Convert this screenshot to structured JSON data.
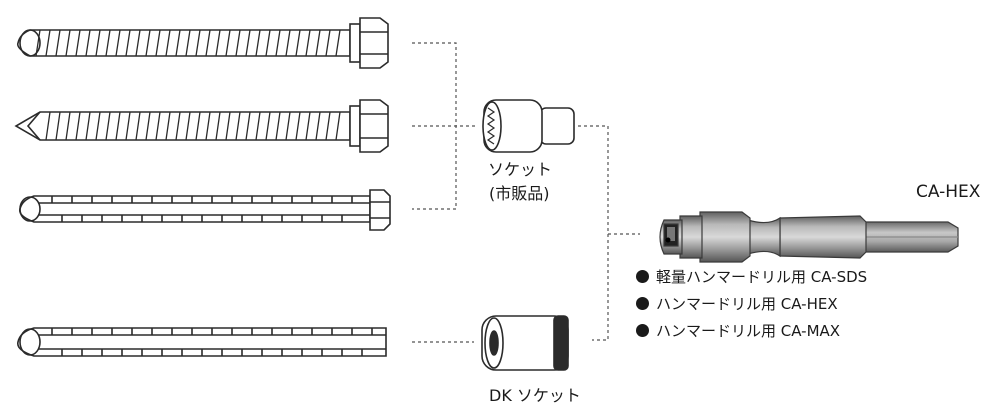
{
  "labels": {
    "socket": "ソケット",
    "socket_note": "(市販品)",
    "dk_socket": "DK ソケット",
    "product": "CA-HEX"
  },
  "compatible": {
    "items": [
      "軽量ハンマードリル用 CA-SDS",
      "ハンマードリル用 CA-HEX",
      "ハンマードリル用 CA-MAX"
    ]
  },
  "colors": {
    "line": "#555555",
    "outline": "#2b2b2b",
    "metal_dark": "#6e6e6e",
    "metal_mid": "#9a9a9a",
    "metal_light": "#c9c9c9"
  }
}
